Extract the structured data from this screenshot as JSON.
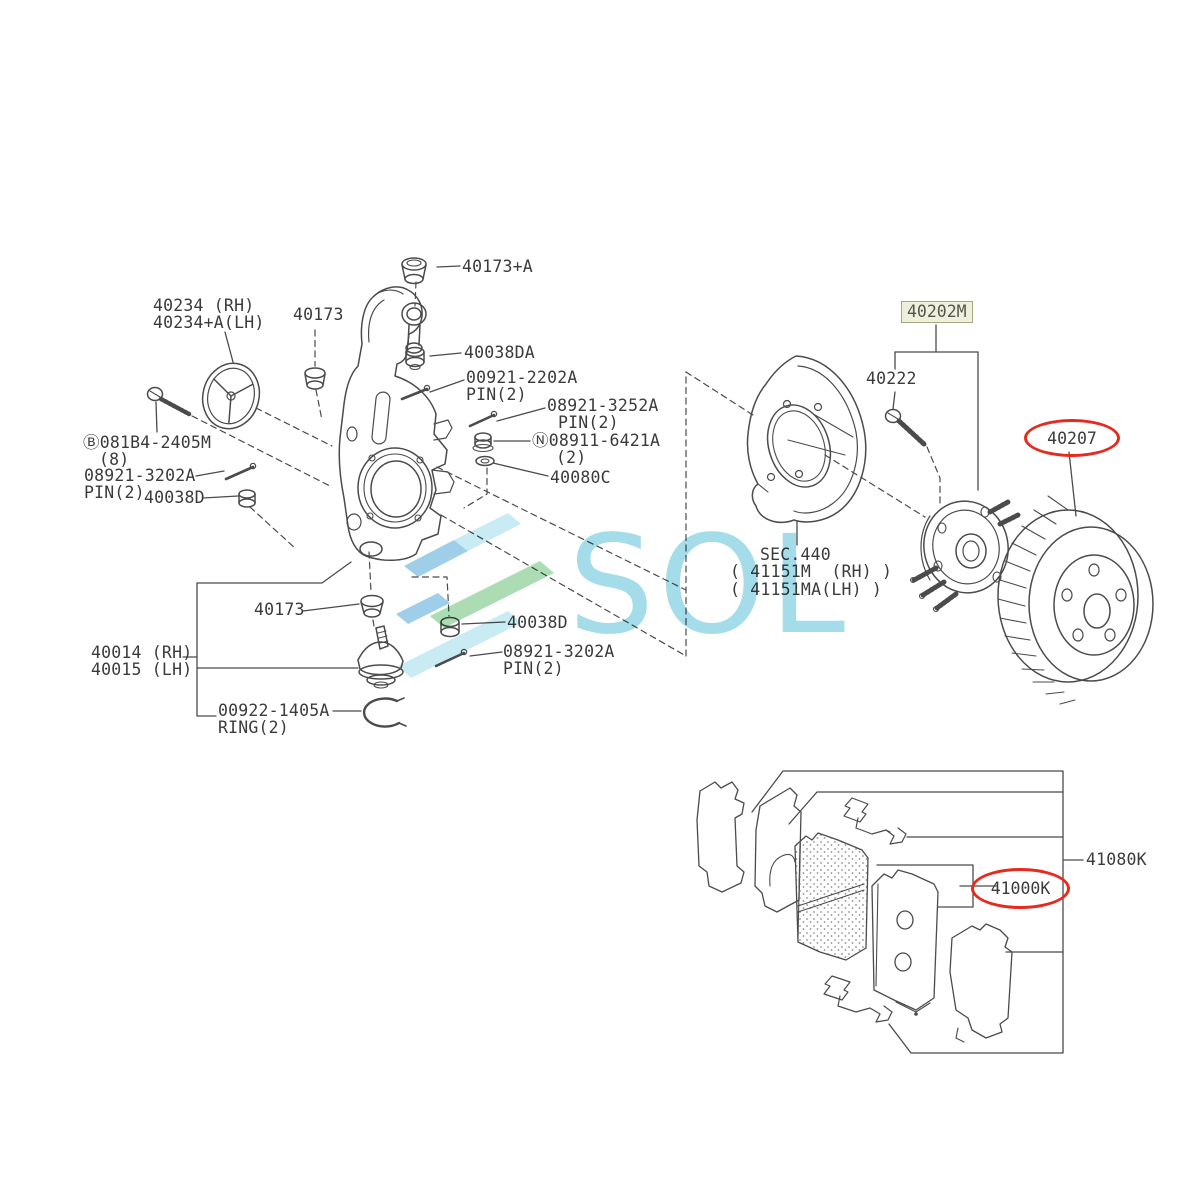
{
  "diagram": {
    "knuckle": {
      "p40173A": "40173+A",
      "p40234rh": "40234 (RH)",
      "p40234lh": "40234+A(LH)",
      "p40173": "40173",
      "p40038DA": "40038DA",
      "p00921_2202A": "00921-2202A",
      "pin2": "PIN(2)",
      "p08921_3252A": "08921-3252A",
      "p08911_6421A": "Ⓝ08911-6421A",
      "qty2": "(2)",
      "p40080C": "40080C",
      "p081B4_2405M": "Ⓑ081B4-2405M",
      "qty8": "(8)",
      "p08921_3202A": "08921-3202A",
      "p40038D": "40038D",
      "p40014": "40014 (RH)",
      "p40015": "40015 (LH)",
      "p00922_1405A": "00922-1405A",
      "ring2": "RING(2)"
    },
    "hub": {
      "p40202M": "40202M",
      "p40222": "40222",
      "sec440": "SEC.440",
      "p41151M": "( 41151M  (RH) )",
      "p41151MA": "( 41151MA(LH) )",
      "p40207": "40207"
    },
    "pads": {
      "p41080K": "41080K",
      "p41000K": "41000K"
    }
  },
  "watermark": {
    "text": "SOL"
  },
  "colors": {
    "line": "#4b4b4b",
    "label_text": "#3b3b3b",
    "highlight_red": "#e62a1e",
    "callout_box_bg": "#eef0db",
    "callout_box_border": "#a8a882",
    "watermark_cyan": "#a5dcea",
    "watermark_blue": "#9fcfe8",
    "watermark_green": "#abdcb4"
  }
}
